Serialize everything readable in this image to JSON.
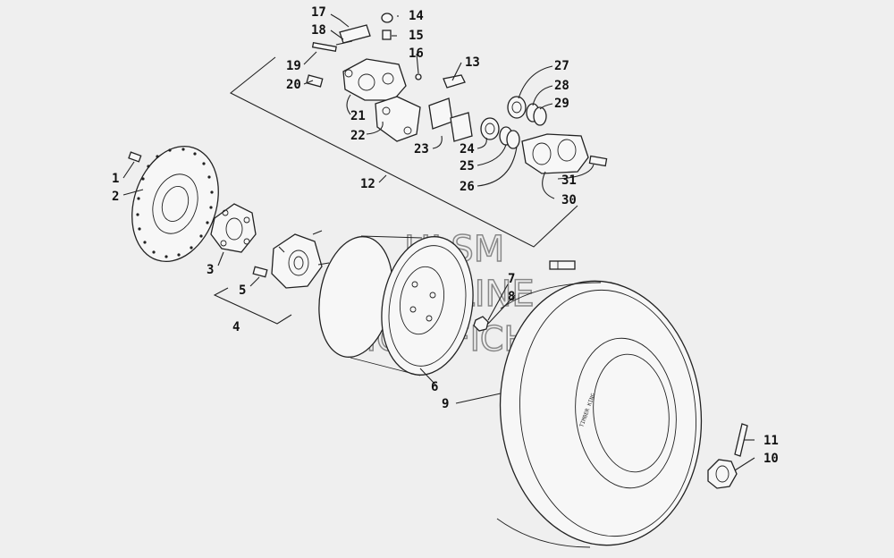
{
  "watermark": {
    "line1": "HLSM",
    "line2": "ONLINE",
    "line3": "MICROFICHE"
  },
  "callouts": [
    "1",
    "2",
    "3",
    "4",
    "5",
    "6",
    "7",
    "8",
    "9",
    "10",
    "11",
    "12",
    "13",
    "14",
    "15",
    "16",
    "17",
    "18",
    "19",
    "20",
    "21",
    "22",
    "23",
    "24",
    "25",
    "26",
    "27",
    "28",
    "29",
    "30",
    "31"
  ],
  "tire_sidewall_text": "TIMBER KING"
}
